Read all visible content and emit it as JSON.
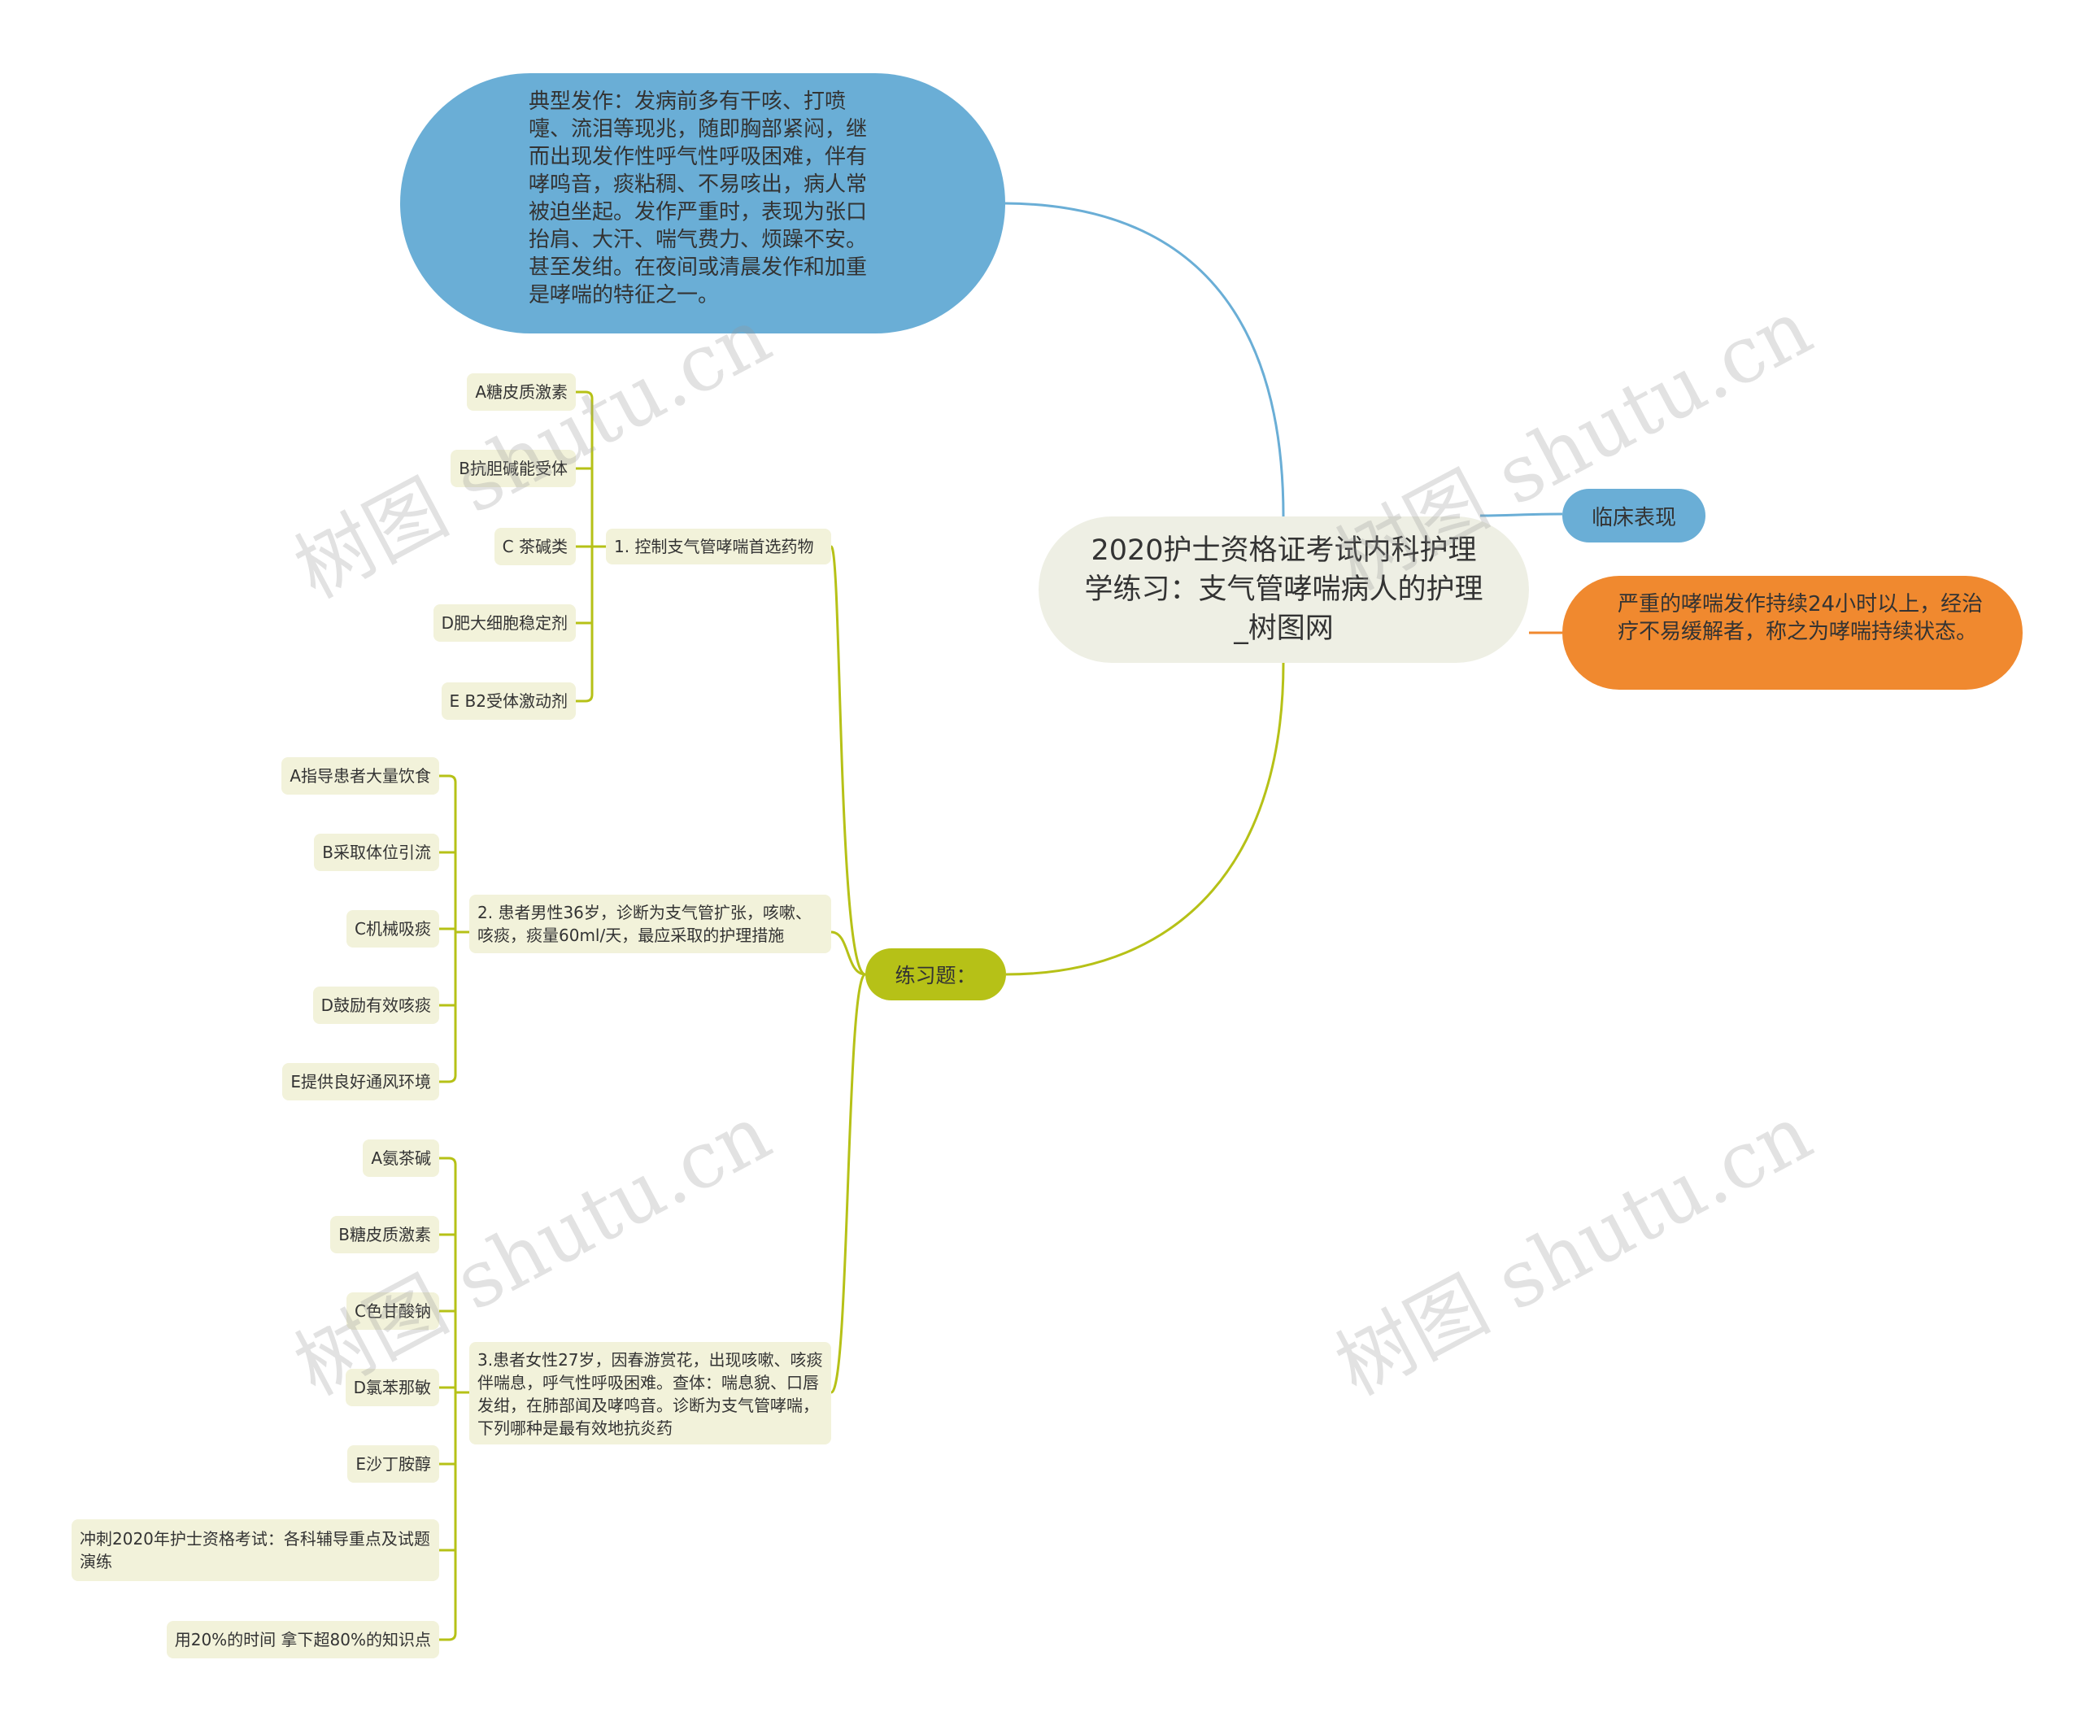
{
  "root": {
    "title": "2020护士资格证考试内科护理学练习：支气管哮喘病人的护理_树图网"
  },
  "typical_attack": "典型发作：发病前多有干咳、打喷嚏、流泪等现兆，随即胸部紧闷，继而出现发作性呼气性呼吸困难，伴有哮鸣音，痰粘稠、不易咳出，病人常被迫坐起。发作严重时，表现为张口抬肩、大汗、喘气费力、烦躁不安。甚至发绀。在夜间或清晨发作和加重是哮喘的特征之一。",
  "clinical": {
    "label": "临床表现"
  },
  "status_asthmaticus": "严重的哮喘发作持续24小时以上，经治疗不易缓解者，称之为哮喘持续状态。",
  "practice": {
    "label": "练习题：",
    "questions": [
      {
        "text": "1. 控制支气管哮喘首选药物",
        "options": [
          "A糖皮质激素",
          "B抗胆碱能受体",
          "C 茶碱类",
          "D肥大细胞稳定剂",
          "E B2受体激动剂"
        ]
      },
      {
        "text": "2. 患者男性36岁，诊断为支气管扩张，咳嗽、咳痰，痰量60ml/天，最应采取的护理措施",
        "options": [
          "A指导患者大量饮食",
          "B采取体位引流",
          "C机械吸痰",
          "D鼓励有效咳痰",
          "E提供良好通风环境"
        ]
      },
      {
        "text": "3.患者女性27岁，因春游赏花，出现咳嗽、咳痰伴喘息，呼气性呼吸困难。查体：喘息貌、口唇发绀，在肺部闻及哮鸣音。诊断为支气管哮喘，下列哪种是最有效地抗炎药",
        "options": [
          "A氨茶碱",
          "B糖皮质激素",
          "C色甘酸钠",
          "D氯苯那敏",
          "E沙丁胺醇",
          "冲刺2020年护士资格考试：各科辅导重点及试题演练",
          "用20%的时间 拿下超80%的知识点"
        ]
      }
    ]
  },
  "watermark": "树图 shutu.cn",
  "colors": {
    "blue": "#6aaed6",
    "orange": "#f0892f",
    "green": "#b6c117",
    "leaf_bg": "#f2f2da",
    "root_bg": "#eeefe4"
  }
}
